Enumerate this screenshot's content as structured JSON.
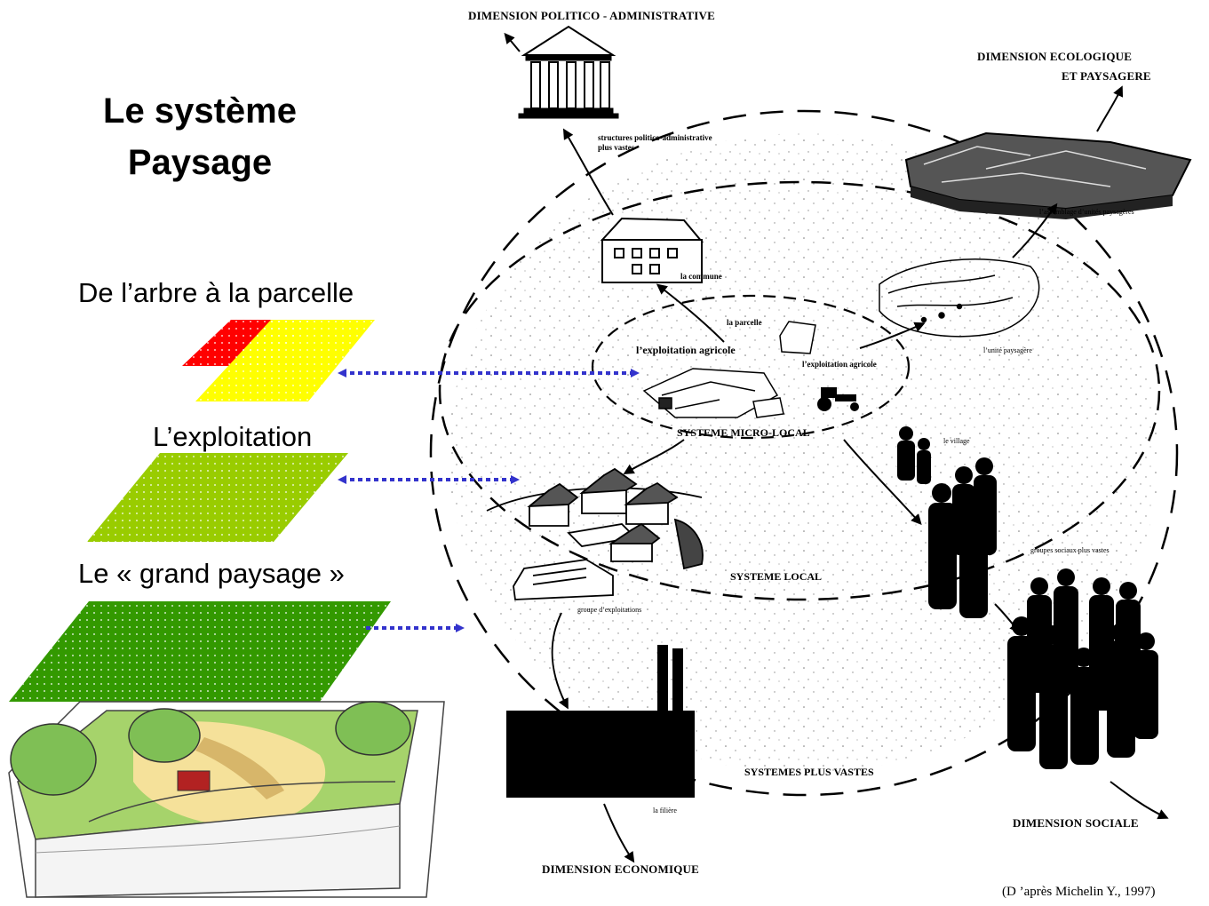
{
  "title": {
    "line1": "Le système",
    "line2": "Paysage"
  },
  "levels": [
    {
      "label": "De l’arbre à la parcelle",
      "colors": [
        "#ff0000",
        "#ffff00"
      ]
    },
    {
      "label": "L’exploitation",
      "colors": [
        "#99cc00"
      ]
    },
    {
      "label": "Le « grand paysage »",
      "colors": [
        "#339900"
      ]
    }
  ],
  "arrow_color": "#3333cc",
  "dimensions": {
    "politico": "DIMENSION POLITICO - ADMINISTRATIVE",
    "ecologique_line1": "DIMENSION ECOLOGIQUE",
    "ecologique_line2": "ET PAYSAGERE",
    "sociale": "DIMENSION SOCIALE",
    "economique": "DIMENSION ECONOMIQUE"
  },
  "systems": {
    "micro_local": "SYSTEME MICRO-LOCAL",
    "local": "SYSTEME LOCAL",
    "plus_vastes": "SYSTEMES PLUS VASTES"
  },
  "labels": {
    "structures_line1": "structures politico-administrative",
    "structures_line2": "plus vastes",
    "commune": "la commune",
    "parcelle": "la parcelle",
    "exploitation": "l’exploitation agricole",
    "exploitation_small": "l’exploitation agricole",
    "assemblage": "l’assemblage d’unités paysagères",
    "unite": "l’unité paysagère",
    "village": "le village",
    "groupes_sociaux": "groupes sociaux plus vastes",
    "groupe_exploitations": "groupe d’exploitations",
    "filiere": "la filière"
  },
  "credit": "(D ’après Michelin Y., 1997)"
}
